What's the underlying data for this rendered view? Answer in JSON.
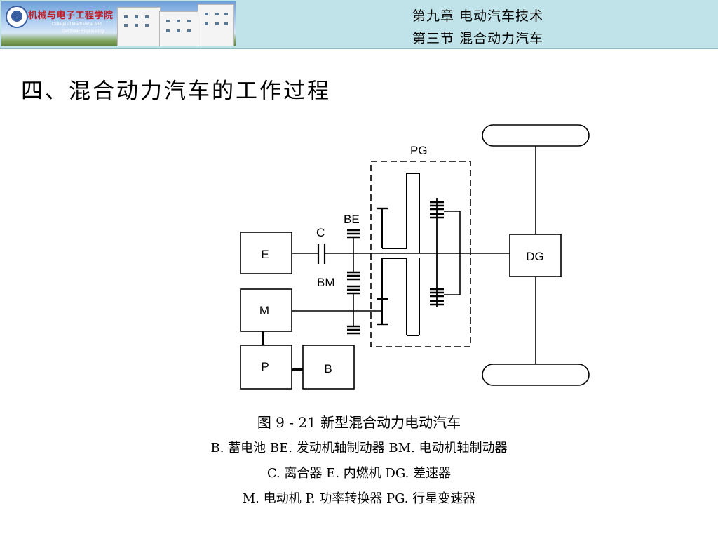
{
  "header": {
    "banner": {
      "university_name": "机械与电子工程学院",
      "subtitle_line1": "College of Mechanical and",
      "subtitle_line2": "Electronic Engineering"
    },
    "chapter": "第九章  电动汽车技术",
    "section": "第三节   混合动力汽车"
  },
  "slide_title": "四、混合动力汽车的工作过程",
  "diagram": {
    "labels": {
      "E": "E",
      "C": "C",
      "BE": "BE",
      "BM": "BM",
      "M": "M",
      "P": "P",
      "B": "B",
      "PG": "PG",
      "DG": "DG"
    }
  },
  "caption": {
    "title": "图 9 - 21    新型混合动力电动汽车",
    "legend_line1": "B. 蓄电池    BE. 发动机轴制动器    BM. 电动机轴制动器",
    "legend_line2": "C. 离合器    E. 内燃机    DG. 差速器",
    "legend_line3": "M. 电动机    P. 功率转换器    PG. 行星变速器"
  }
}
